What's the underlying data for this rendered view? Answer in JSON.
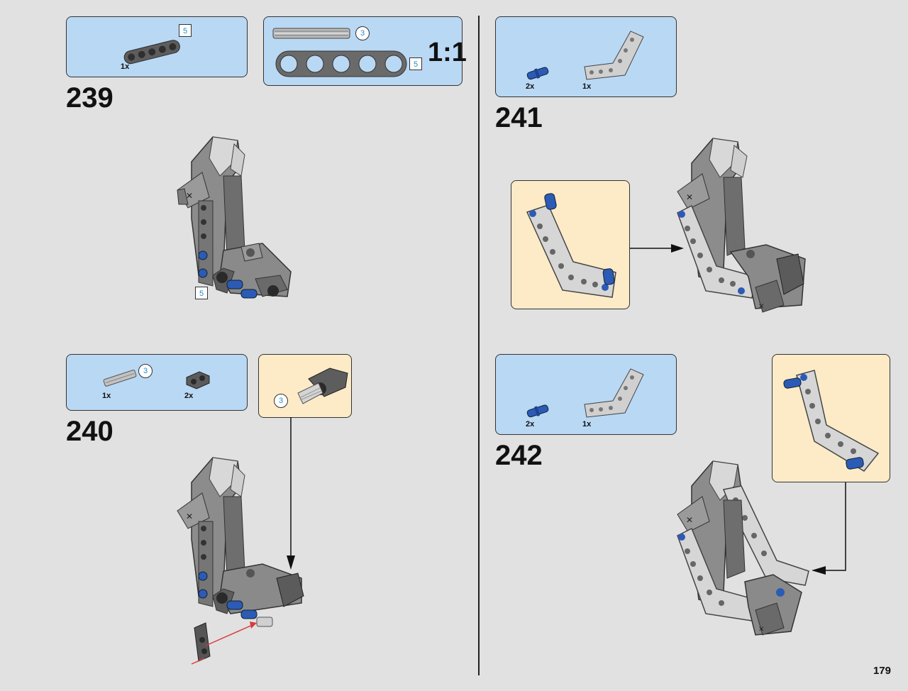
{
  "page_number": "179",
  "scale_label": "1:1",
  "steps": [
    {
      "number": "239",
      "parts": [
        {
          "qty": "1x",
          "part": "beam-5",
          "size": "5"
        }
      ]
    },
    {
      "number": "240",
      "parts": [
        {
          "qty": "1x",
          "part": "axle-3",
          "size": "3"
        },
        {
          "qty": "2x",
          "part": "connector"
        }
      ],
      "callout_size": "3"
    },
    {
      "number": "241",
      "parts": [
        {
          "qty": "2x",
          "part": "blue-pin"
        },
        {
          "qty": "1x",
          "part": "bent-beam"
        }
      ]
    },
    {
      "number": "242",
      "parts": [
        {
          "qty": "2x",
          "part": "blue-pin"
        },
        {
          "qty": "1x",
          "part": "bent-beam"
        }
      ]
    }
  ],
  "ruler": {
    "axle_size": "3",
    "beam_size": "5"
  },
  "model_callout": "5",
  "colors": {
    "blue_panel": "#b9d8f4",
    "cream_panel": "#fdebc8",
    "page_bg": "#e1e1e1",
    "pin_blue": "#2c5bb5",
    "arrow_red": "#d93a3a"
  }
}
